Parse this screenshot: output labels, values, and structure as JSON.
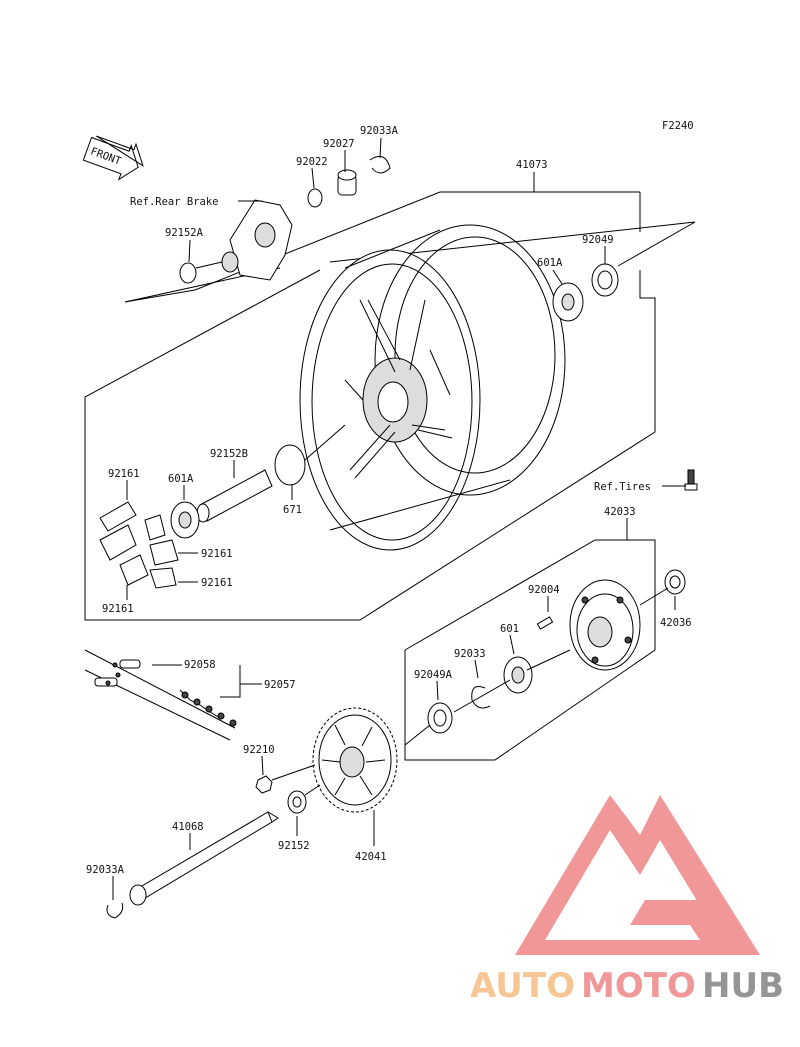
{
  "figure_code": "F2240",
  "front_badge": "FRONT",
  "references": {
    "rear_brake": "Ref.Rear Brake",
    "tires": "Ref.Tires"
  },
  "part_labels": {
    "p41073": "41073",
    "p92033A_top": "92033A",
    "p92027": "92027",
    "p92022": "92022",
    "p92152A": "92152A",
    "p92049": "92049",
    "p601A_right": "601A",
    "p92161_a": "92161",
    "p601A_left": "601A",
    "p92152B": "92152B",
    "p671": "671",
    "p92161_b": "92161",
    "p92161_c": "92161",
    "p92161_d": "92161",
    "p42033": "42033",
    "p92004": "92004",
    "p42036": "42036",
    "p92033": "92033",
    "p601": "601",
    "p92049A": "92049A",
    "p92058": "92058",
    "p92057": "92057",
    "p92210": "92210",
    "p41068": "41068",
    "p92152": "92152",
    "p42041": "42041",
    "p92033A_bottom": "92033A"
  },
  "watermark": {
    "part1": "AUTO",
    "part2": "MOTO",
    "part3": "HUB",
    "color_light": "#f6c08a",
    "color_red": "#f08c8c",
    "color_gray": "#8a8a8a"
  }
}
